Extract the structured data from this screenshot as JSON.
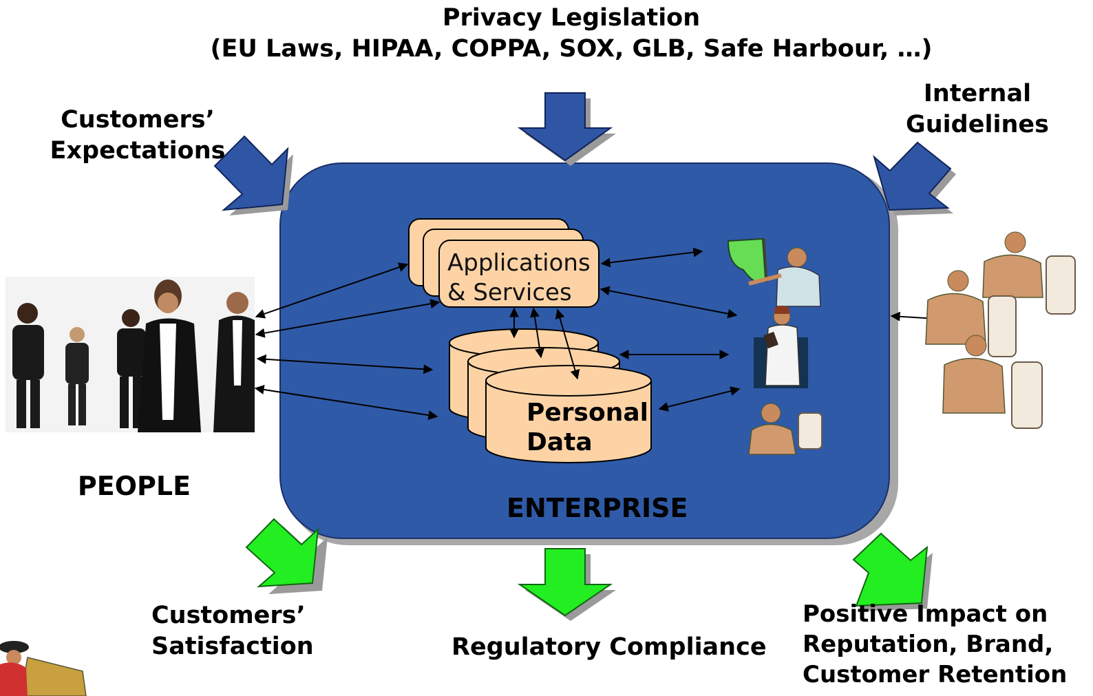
{
  "labels": {
    "privacy_line1": "Privacy Legislation",
    "privacy_line2": "(EU Laws, HIPAA, COPPA, SOX, GLB, Safe Harbour, …)",
    "expectations_line1": "Customers’",
    "expectations_line2": "Expectations",
    "guidelines_line1": "Internal",
    "guidelines_line2": "Guidelines",
    "people": "PEOPLE",
    "enterprise": "ENTERPRISE",
    "apps_line1": "Applications",
    "apps_line2": "& Services",
    "data_line1": "Personal",
    "data_line2": "Data",
    "satisfaction_line1": "Customers’",
    "satisfaction_line2": "Satisfaction",
    "compliance": "Regulatory Compliance",
    "impact_line1": "Positive Impact on",
    "impact_line2": "Reputation, Brand,",
    "impact_line3": "Customer Retention"
  },
  "colors": {
    "enterprise_fill": "#2f5aa8",
    "input_arrow": "#2f56a4",
    "output_arrow": "#22ee22",
    "box_fill": "#fdd3a5",
    "shadow": "#999999"
  },
  "icons": [
    "people-group-photo",
    "presenter-clipart",
    "doctor-clipart",
    "worker-computer-clipart",
    "workers-group-clipart",
    "traveler-clipart"
  ]
}
